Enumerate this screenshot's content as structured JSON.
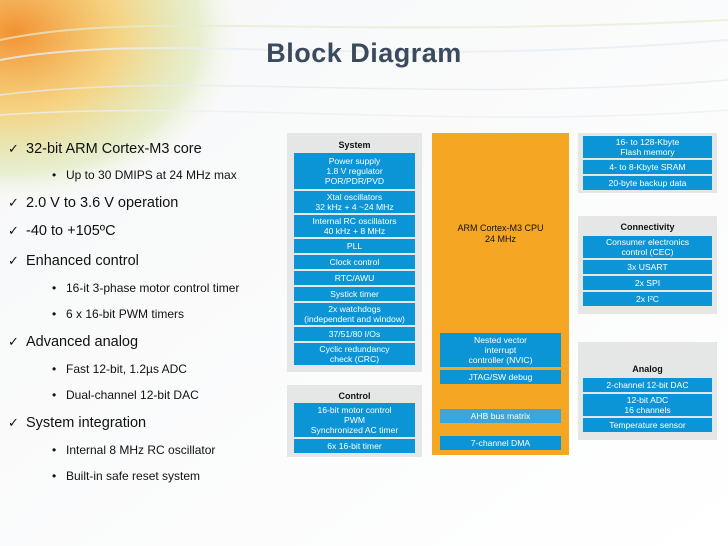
{
  "title": "Block Diagram",
  "bullets": [
    {
      "level": 1,
      "text": "32-bit ARM Cortex-M3 core"
    },
    {
      "level": 2,
      "text": "Up to 30 DMIPS at 24 MHz max"
    },
    {
      "level": 1,
      "text": "2.0 V to 3.6 V operation"
    },
    {
      "level": 1,
      "text": "-40 to +105ºC"
    },
    {
      "level": 1,
      "text": "Enhanced control"
    },
    {
      "level": 2,
      "text": "16-it 3-phase motor control timer"
    },
    {
      "level": 2,
      "text": "6 x 16-bit PWM timers"
    },
    {
      "level": 1,
      "text": "Advanced analog"
    },
    {
      "level": 2,
      "text": "Fast 12-bit, 1.2µs ADC"
    },
    {
      "level": 2,
      "text": "Dual-channel 12-bit DAC"
    },
    {
      "level": 1,
      "text": "System integration"
    },
    {
      "level": 2,
      "text": "Internal 8 MHz RC oscillator"
    },
    {
      "level": 2,
      "text": "Built-in safe reset system"
    }
  ],
  "diagram": {
    "system": {
      "title": "System",
      "blocks": [
        "Power supply\n1.8 V regulator\nPOR/PDR/PVD",
        "Xtal oscillators\n32 kHz + 4 ~24 MHz",
        "Internal RC oscillators\n40 kHz + 8 MHz",
        "PLL",
        "Clock control",
        "RTC/AWU",
        "Systick timer",
        "2x watchdogs\n(independent and window)",
        "37/51/80 I/Os",
        "Cyclic redundancy\ncheck (CRC)"
      ]
    },
    "control": {
      "title": "Control",
      "blocks": [
        "16-bit motor control\nPWM\nSynchronized AC timer",
        "6x 16-bit timer"
      ]
    },
    "cpu": {
      "label": "ARM Cortex-M3 CPU\n24 MHz",
      "blocks": [
        "Nested vector\ninterrupt\ncontroller (NVIC)",
        "JTAG/SW debug"
      ]
    },
    "bus": [
      "AHB bus matrix",
      "7-channel DMA"
    ],
    "memory": [
      "16- to 128-Kbyte\nFlash memory",
      "4- to 8-Kbyte SRAM",
      "20-byte backup data"
    ],
    "connectivity": {
      "title": "Connectivity",
      "blocks": [
        "Consumer electronics\ncontrol (CEC)",
        "3x USART",
        "2x SPI",
        "2x I²C"
      ]
    },
    "analog": {
      "title": "Analog",
      "blocks": [
        "2-channel 12-bit DAC",
        "12-bit ADC\n16 channels",
        "Temperature sensor"
      ]
    }
  }
}
